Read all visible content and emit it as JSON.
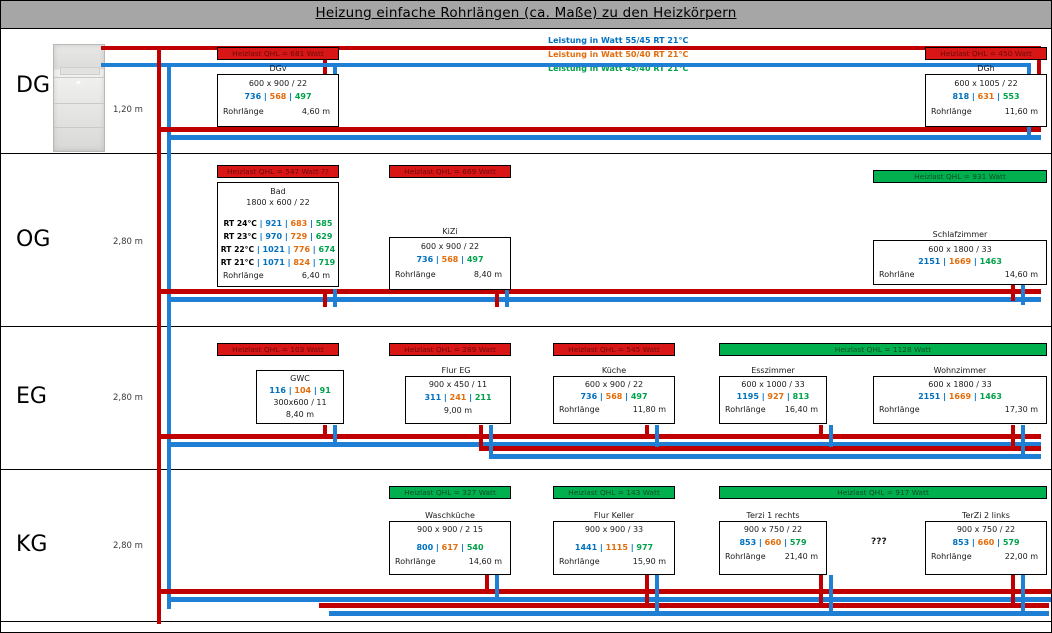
{
  "title": "Heizung einfache Rohrlängen (ca. Maße) zu den Heizkörpern",
  "legend": [
    {
      "text": "Leistung in Watt 55/45  RT 21°C",
      "color": "#0070c0"
    },
    {
      "text": "Leistung in Watt 50/40  RT 21°C",
      "color": "#e36c0a"
    },
    {
      "text": "Leistung in Watt 45/40  RT 21°C",
      "color": "#00a14b"
    }
  ],
  "floors": [
    {
      "label": "DG",
      "distance": "1,20 m"
    },
    {
      "label": "OG",
      "distance": "2,80 m"
    },
    {
      "label": "EG",
      "distance": "2,80 m"
    },
    {
      "label": "KG",
      "distance": "2,80 m"
    }
  ],
  "misc": {
    "unknown_marker": "???",
    "rohrlaenge_label": "Rohrlänge"
  },
  "radiators": {
    "dgv": {
      "banner": "Heizlast QHL = 681 Watt",
      "banner_color": "#d81616",
      "name": "DGv",
      "size": "600 x 900 / 22",
      "v1": "736",
      "v2": "568",
      "v3": "497",
      "pipe_label": "Rohrlänge",
      "pipe_len": "4,60 m"
    },
    "dgh": {
      "banner": "Heizlast QHL = 450 Watt",
      "banner_color": "#d81616",
      "name": "DGh",
      "size": "600 x 1005 / 22",
      "v1": "818",
      "v2": "631",
      "v3": "553",
      "pipe_label": "Rohrlänge",
      "pipe_len": "11,60 m"
    },
    "bad": {
      "banner": "Heizlast QHL = 547 Watt ??",
      "banner_color": "#d81616",
      "name": "Bad",
      "size": "1800 x 600 / 22",
      "rows": [
        {
          "rt": "RT 24°C",
          "v1": "921",
          "v2": "683",
          "v3": "585"
        },
        {
          "rt": "RT 23°C",
          "v1": "970",
          "v2": "729",
          "v3": "629"
        },
        {
          "rt": "RT 22°C",
          "v1": "1021",
          "v2": "776",
          "v3": "674"
        },
        {
          "rt": "RT 21°C",
          "v1": "1071",
          "v2": "824",
          "v3": "719"
        }
      ],
      "pipe_label": "Rohrlänge",
      "pipe_len": "6,40 m"
    },
    "kizi": {
      "banner": "Heizlast QHL = 669 Watt",
      "banner_color": "#d81616",
      "name": "KiZi",
      "size": "600 x 900 / 22",
      "v1": "736",
      "v2": "568",
      "v3": "497",
      "pipe_label": "Rohrlänge",
      "pipe_len": "8,40 m"
    },
    "schlafzimmer": {
      "banner": "Heizlast QHL = 931 Watt",
      "banner_color": "#00b04f",
      "name": "Schlafzimmer",
      "size": "600 x 1800 / 33",
      "v1": "2151",
      "v2": "1669",
      "v3": "1463",
      "pipe_label": "Rohrläne",
      "pipe_len": "14,60 m"
    },
    "gwc": {
      "banner": "Heizlast QHL = 103 Watt",
      "banner_color": "#d81616",
      "name": "GWC",
      "size": "300x600 / 11",
      "v1": "116",
      "v2": "104",
      "v3": "91",
      "pipe_len": "8,40 m"
    },
    "flureg": {
      "banner": "Heizlast QHL = 289 Watt",
      "banner_color": "#d81616",
      "name": "Flur EG",
      "size": "900 x 450 / 11",
      "v1": "311",
      "v2": "241",
      "v3": "211",
      "pipe_len": "9,00 m"
    },
    "kueche": {
      "banner": "Heizlast QHL = 545 Watt",
      "banner_color": "#d81616",
      "name": "Küche",
      "size": "600 x 900 / 22",
      "v1": "736",
      "v2": "568",
      "v3": "497",
      "pipe_label": "Rohrlänge",
      "pipe_len": "11,80 m"
    },
    "esszimmer": {
      "banner": "Heizlast QHL = 1128 Watt",
      "banner_color": "#00b04f",
      "name": "Esszimmer",
      "size": "600 x 1000 / 33",
      "v1": "1195",
      "v2": "927",
      "v3": "813",
      "pipe_label": "Rohrlänge",
      "pipe_len": "16,40 m"
    },
    "wohnzimmer": {
      "name": "Wohnzimmer",
      "size": "600 x 1800 / 33",
      "v1": "2151",
      "v2": "1669",
      "v3": "1463",
      "pipe_label": "Rohrlänge",
      "pipe_len": "17,30 m"
    },
    "waschkueche": {
      "banner": "Heizlast QHL = 327 Watt",
      "banner_color": "#00b04f",
      "name": "Waschküche",
      "size": "900 x 900 / 2 15",
      "v1": "800",
      "v2": "617",
      "v3": "540",
      "pipe_label": "Rohrlänge",
      "pipe_len": "14,60 m"
    },
    "flurkeller": {
      "banner": "Heizlast QHL = 143 Watt",
      "banner_color": "#00b04f",
      "name": "Flur Keller",
      "size": "900 x 900 / 33",
      "v1": "1441",
      "v2": "1115",
      "v3": "977",
      "pipe_label": "Rohrlänge",
      "pipe_len": "15,90 m"
    },
    "terzi1": {
      "banner": "Heizlast QHL = 917 Watt",
      "banner_color": "#00b04f",
      "name": "Terzi 1 rechts",
      "size": "900 x 750 / 22",
      "v1": "853",
      "v2": "660",
      "v3": "579",
      "pipe_label": "Rohrlänge",
      "pipe_len": "21,40 m"
    },
    "terzi2": {
      "name": "TerZi 2 links",
      "size": "900 x 750 / 22",
      "v1": "853",
      "v2": "660",
      "v3": "579",
      "pipe_label": "Rohrlänge",
      "pipe_len": "22,00 m"
    }
  }
}
